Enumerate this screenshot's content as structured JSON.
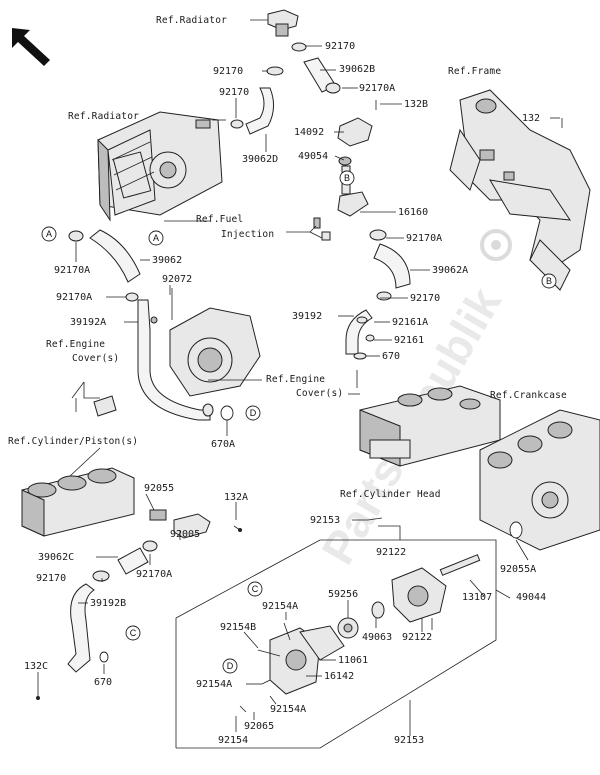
{
  "watermark": "PartsRepublik",
  "refs": {
    "radiator_top": "Ref.Radiator",
    "radiator_left": "Ref.Radiator",
    "frame": "Ref.Frame",
    "fuel_1": "Ref.Fuel",
    "fuel_2": "Injection",
    "engine_cover_l1": "Ref.Engine",
    "engine_cover_l2": "Cover(s)",
    "engine_cover_r1": "Ref.Engine",
    "engine_cover_r2": "Cover(s)",
    "crankcase": "Ref.Crankcase",
    "cylinder_piston": "Ref.Cylinder/Piston(s)",
    "cylinder_head": "Ref.Cylinder Head"
  },
  "parts": {
    "p92170_a": "92170",
    "p39062B": "39062B",
    "p92170_b": "92170",
    "p92170_c": "92170",
    "p92170A_a": "92170A",
    "p132B": "132B",
    "p14092": "14092",
    "p49054": "49054",
    "p39062D": "39062D",
    "p16160": "16160",
    "p92170A_b": "92170A",
    "p39062A": "39062A",
    "p132": "132",
    "p39062": "39062",
    "p92170A_c": "92170A",
    "p92072": "92072",
    "p92170A_d": "92170A",
    "p39192A": "39192A",
    "p39192": "39192",
    "p92170_d": "92170",
    "p92161A": "92161A",
    "p92161": "92161",
    "p670": "670",
    "p670A": "670A",
    "p92055": "92055",
    "p132A": "132A",
    "p92005": "92005",
    "p39062C": "39062C",
    "p92170_e": "92170",
    "p92170A_e": "92170A",
    "p39192B": "39192B",
    "p132C": "132C",
    "p670_b": "670",
    "p92153_a": "92153",
    "p92122_a": "92122",
    "p92055A": "92055A",
    "p13107": "13107",
    "p49044": "49044",
    "p92154A_a": "92154A",
    "p59256": "59256",
    "p92154B": "92154B",
    "p49063": "49063",
    "p92122_b": "92122",
    "p11061": "11061",
    "p16142": "16142",
    "p92154A_b": "92154A",
    "p92154A_c": "92154A",
    "p92065": "92065",
    "p92154": "92154",
    "p92153_b": "92153"
  },
  "callouts": {
    "A": "A",
    "B": "B",
    "C": "C",
    "D": "D"
  },
  "icons": {
    "direction_arrow": "front-direction-arrow-icon"
  }
}
